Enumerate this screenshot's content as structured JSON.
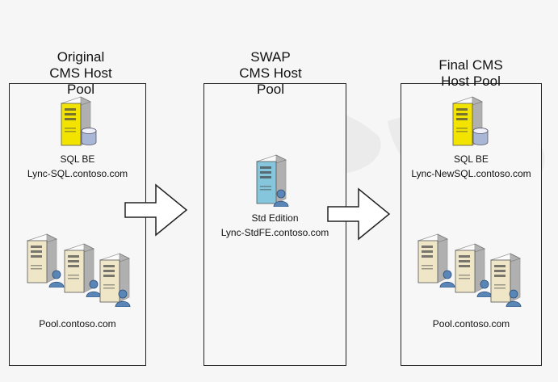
{
  "pools": [
    {
      "title_lines": [
        "Original",
        "CMS Host",
        "Pool"
      ],
      "db_server": {
        "name": "SQL BE",
        "host": "Lync-SQL.contoso.com"
      },
      "front_end": {
        "host": "Pool.contoso.com"
      }
    },
    {
      "title_lines": [
        "SWAP",
        "CMS Host",
        "Pool"
      ],
      "std_server": {
        "name": "Std Edition",
        "host": "Lync-StdFE.contoso.com"
      }
    },
    {
      "title_lines": [
        "Final CMS",
        "Host Pool"
      ],
      "db_server": {
        "name": "SQL BE",
        "host": "Lync-NewSQL.contoso.com"
      },
      "front_end": {
        "host": "Pool.contoso.com"
      }
    }
  ],
  "colors": {
    "sql_server": "#f2e400",
    "std_server": "#86c6dc",
    "fe_server": "#efe6c8",
    "user": "#5a86b7"
  }
}
